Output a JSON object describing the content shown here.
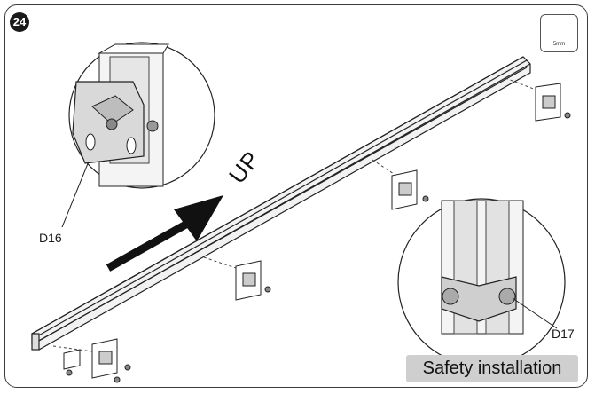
{
  "step": {
    "number": "24"
  },
  "tool": {
    "icon": "hex-key-icon",
    "size_label": "5mm"
  },
  "direction_label": "UP",
  "callouts": {
    "left_part": "D16",
    "right_part": "D17"
  },
  "caption": "Safety installation",
  "colors": {
    "line": "#222222",
    "part_fill": "#d9d9d9",
    "caption_bg": "#cfcfcf"
  }
}
